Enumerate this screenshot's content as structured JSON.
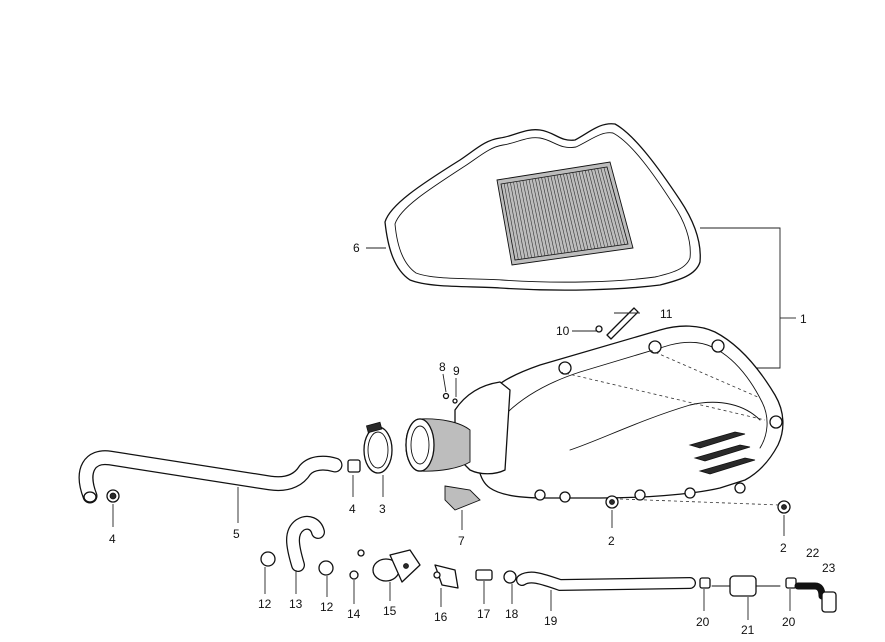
{
  "diagram": {
    "callouts": [
      {
        "id": "c1",
        "text": "1"
      },
      {
        "id": "c2a",
        "text": "2"
      },
      {
        "id": "c2b",
        "text": "2"
      },
      {
        "id": "c3",
        "text": "3"
      },
      {
        "id": "c4a",
        "text": "4"
      },
      {
        "id": "c4b",
        "text": "4"
      },
      {
        "id": "c5",
        "text": "5"
      },
      {
        "id": "c6",
        "text": "6"
      },
      {
        "id": "c7",
        "text": "7"
      },
      {
        "id": "c8",
        "text": "8"
      },
      {
        "id": "c9",
        "text": "9"
      },
      {
        "id": "c10",
        "text": "10"
      },
      {
        "id": "c11",
        "text": "11"
      },
      {
        "id": "c12a",
        "text": "12"
      },
      {
        "id": "c12b",
        "text": "12"
      },
      {
        "id": "c13",
        "text": "13"
      },
      {
        "id": "c14",
        "text": "14"
      },
      {
        "id": "c15",
        "text": "15"
      },
      {
        "id": "c16",
        "text": "16"
      },
      {
        "id": "c17",
        "text": "17"
      },
      {
        "id": "c18",
        "text": "18"
      },
      {
        "id": "c19",
        "text": "19"
      },
      {
        "id": "c20a",
        "text": "20"
      },
      {
        "id": "c20b",
        "text": "20"
      },
      {
        "id": "c21",
        "text": "21"
      },
      {
        "id": "c22",
        "text": "22"
      },
      {
        "id": "c23",
        "text": "23"
      }
    ]
  }
}
